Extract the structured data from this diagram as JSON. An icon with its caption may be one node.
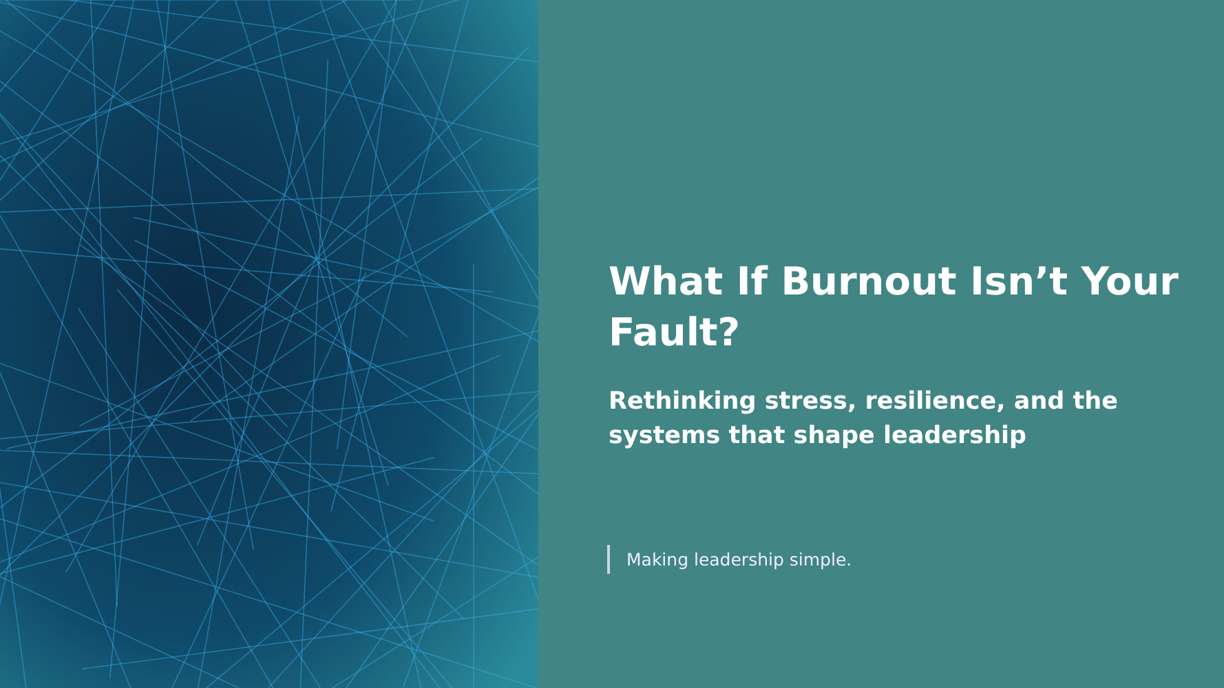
{
  "diagram": {
    "title": "What If Burnout Isn’t Your Fault?",
    "labels": [
      "Rethinking stress, resilience, and the systems that shape leadership",
      "Making leadership simple."
    ]
  }
}
